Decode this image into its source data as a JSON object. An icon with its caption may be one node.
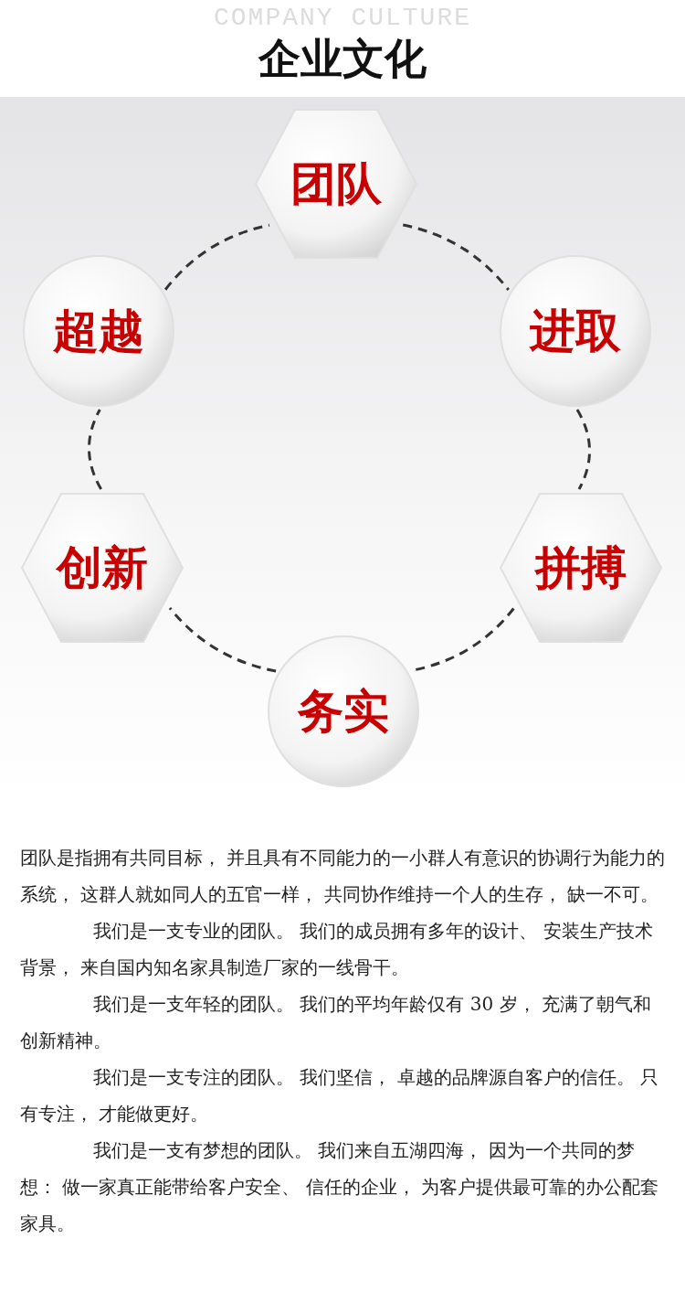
{
  "diagram": {
    "title": "企业文化",
    "nodes": [
      {
        "text": [
          "团队"
        ]
      },
      {
        "text": [
          "超越"
        ]
      },
      {
        "text": [
          "进取"
        ]
      },
      {
        "text": [
          "创新"
        ]
      },
      {
        "text": [
          "拼搏"
        ]
      },
      {
        "text": [
          "务实"
        ]
      }
    ],
    "edges": [
      {
        "from": 0,
        "to": 2,
        "arrow": "none",
        "style": "dashed"
      },
      {
        "from": 2,
        "to": 4,
        "arrow": "none",
        "style": "dashed"
      },
      {
        "from": 4,
        "to": 5,
        "arrow": "none",
        "style": "dashed"
      },
      {
        "from": 5,
        "to": 3,
        "arrow": "none",
        "style": "dashed"
      },
      {
        "from": 3,
        "to": 1,
        "arrow": "none",
        "style": "dashed"
      },
      {
        "from": 1,
        "to": 0,
        "arrow": "none",
        "style": "dashed"
      }
    ],
    "labels": [
      "COMPANY CULTURE",
      "团队是指拥有共同目标， 并且具有不同能力的一小群人有意识的协调行为能力的系统， 这群人就如同人的五官一样， 共同协作维持一个人的生存， 缺一不可。",
      "我们是一支专业的团队。 我们的成员拥有多年的设计、 安装生产技术背景， 来自国内知名家具制造厂家的一线骨干。",
      "我们是一支年轻的团队。 我们的平均年龄仅有 30 岁， 充满了朝气和创新精神。",
      "我们是一支专注的团队。 我们坚信， 卓越的品牌源自客户的信任。 只有专注， 才能做更好。",
      "我们是一支有梦想的团队。 我们来自五湖四海， 因为一个共同的梦想： 做一家真正能带给客户安全、 信任的企业， 为客户提供最可靠的办公配套家具。"
    ]
  }
}
